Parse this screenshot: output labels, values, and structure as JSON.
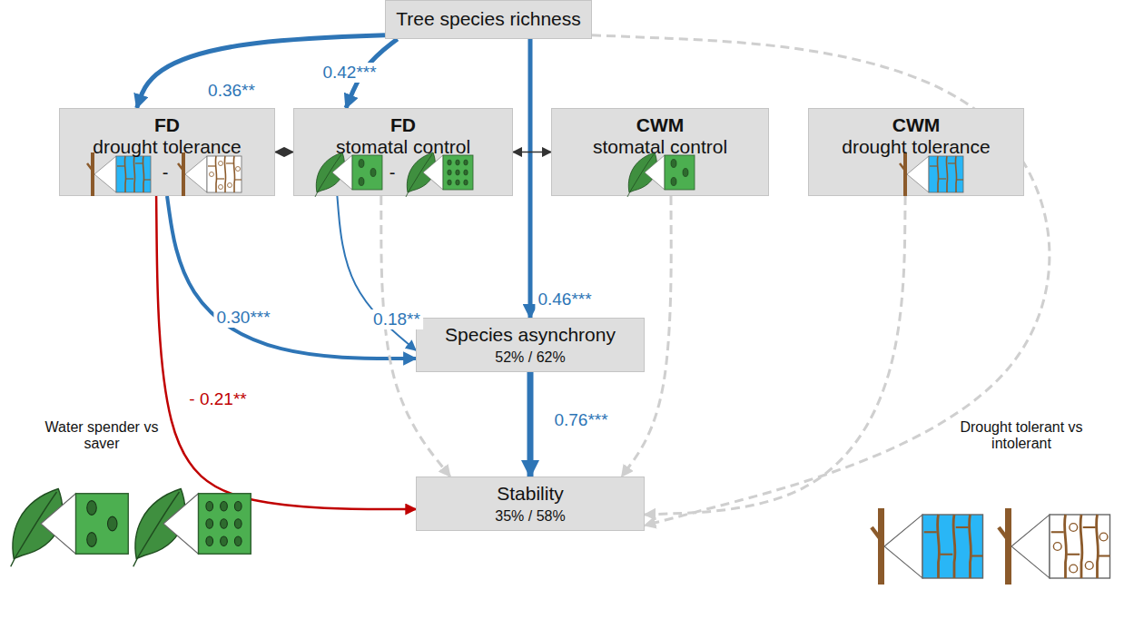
{
  "diagram": {
    "nodes": [
      {
        "text": [
          "Tree species richness"
        ]
      },
      {
        "text": [
          "FD",
          "drought tolerance"
        ]
      },
      {
        "text": [
          "FD",
          "stomatal control"
        ]
      },
      {
        "text": [
          "CWM",
          "stomatal control"
        ]
      },
      {
        "text": [
          "CWM",
          "drought tolerance"
        ]
      },
      {
        "text": [
          "Species asynchrony",
          "52% / 62%"
        ]
      },
      {
        "text": [
          "Stability",
          "35% / 58%"
        ]
      }
    ],
    "edges": [
      {
        "from": 0,
        "to": 1,
        "label": "0.36**",
        "arrow": "to"
      },
      {
        "from": 0,
        "to": 2,
        "label": "0.42***",
        "arrow": "to"
      },
      {
        "from": 0,
        "to": 5,
        "label": "0.46***",
        "arrow": "to"
      },
      {
        "from": 0,
        "to": 6,
        "arrow": "to"
      },
      {
        "from": 1,
        "to": 2,
        "arrow": "both"
      },
      {
        "from": 2,
        "to": 3,
        "arrow": "both"
      },
      {
        "from": 1,
        "to": 5,
        "label": "0.30***",
        "arrow": "to"
      },
      {
        "from": 2,
        "to": 5,
        "label": "0.18**",
        "arrow": "to"
      },
      {
        "from": 1,
        "to": 6,
        "label": "- 0.21**",
        "arrow": "to"
      },
      {
        "from": 2,
        "to": 6,
        "arrow": "to"
      },
      {
        "from": 5,
        "to": 6,
        "label": "0.76***",
        "arrow": "to"
      },
      {
        "from": 3,
        "to": 6,
        "arrow": "to"
      },
      {
        "from": 4,
        "to": 6,
        "arrow": "to"
      }
    ],
    "labels": [
      "-",
      "-",
      "Water spender vs saver",
      "Drought tolerant vs intolerant"
    ]
  }
}
